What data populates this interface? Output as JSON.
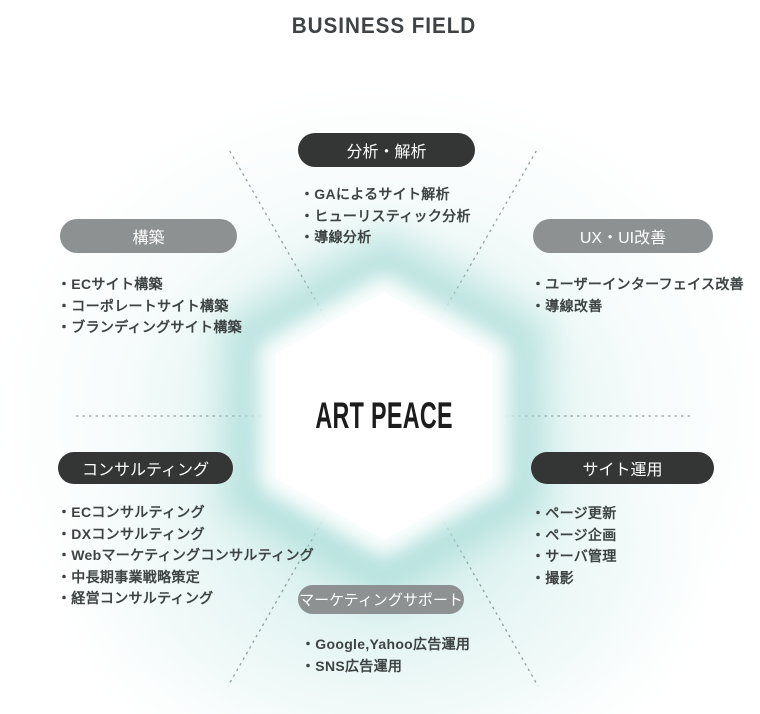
{
  "title": "BUSINESS FIELD",
  "center": {
    "label": "ART PEACE"
  },
  "colors": {
    "dark_pill": "#343636",
    "gray_pill": "#8d9191",
    "teal_glow": "#abded9",
    "dash_line": "#839090",
    "body_text": "#3e4343",
    "title_text": "#3f4345"
  },
  "sections": {
    "analysis": {
      "label": "分析・解析",
      "style": "dark",
      "items": [
        "・GAによるサイト解析",
        "・ヒューリスティック分析",
        "・導線分析"
      ]
    },
    "build": {
      "label": "構築",
      "style": "gray",
      "items": [
        "・ECサイト構築",
        "・コーポレートサイト構築",
        "・ブランディングサイト構築"
      ]
    },
    "ux_ui": {
      "label": "UX・UI改善",
      "style": "gray",
      "items": [
        "・ユーザーインターフェイス改善",
        "・導線改善"
      ]
    },
    "consulting": {
      "label": "コンサルティング",
      "style": "dark",
      "items": [
        "・ECコンサルティング",
        "・DXコンサルティング",
        "・Webマーケティングコンサルティング",
        "・中長期事業戦略策定",
        "・経営コンサルティング"
      ]
    },
    "operation": {
      "label": "サイト運用",
      "style": "dark",
      "items": [
        "・ページ更新",
        "・ページ企画",
        "・サーバ管理",
        "・撮影"
      ]
    },
    "marketing": {
      "label": "マーケティングサポート",
      "style": "gray",
      "items": [
        "・Google,Yahoo広告運用",
        "・SNS広告運用"
      ]
    }
  }
}
